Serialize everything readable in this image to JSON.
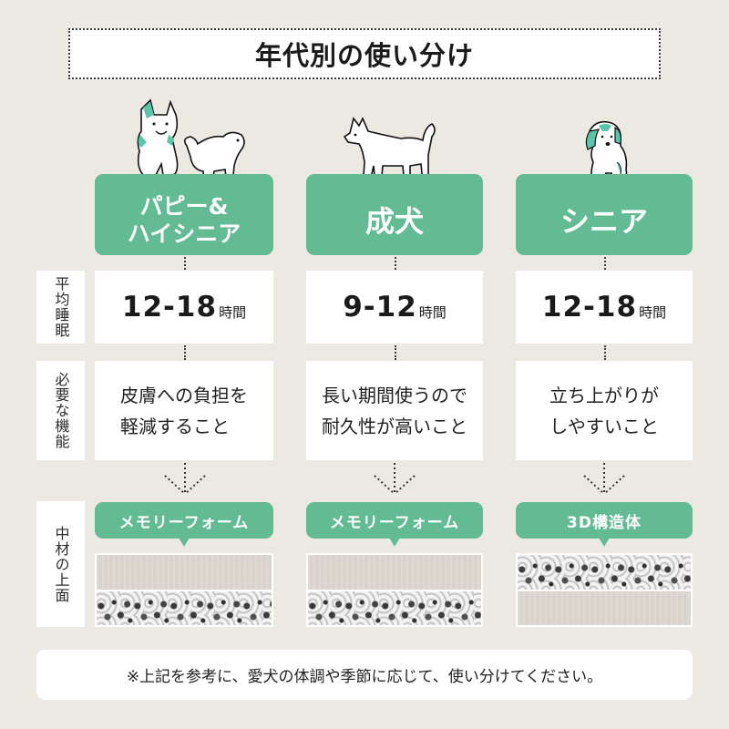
{
  "title": "年代別の使い分け",
  "colors": {
    "background": "#ece9e3",
    "accent_green": "#62bb92",
    "dog_spot_teal": "#5cc4a8",
    "card": "#ffffff",
    "text": "#1a1a1a"
  },
  "row_labels": {
    "sleep": "平均睡眠",
    "function": "必要な機能",
    "material": "中材の上面"
  },
  "columns": [
    {
      "header_line1": "パピー&",
      "header_line2": "ハイシニア",
      "illustration": "two-dogs-sitting-and-standing",
      "sleep_value": "12-18",
      "sleep_unit": "時間",
      "function_line1": "皮膚への負担を",
      "function_line2": "軽減すること",
      "material_label": "メモリーフォーム",
      "material_layers": [
        "foam",
        "mesh"
      ]
    },
    {
      "header_line1": "成犬",
      "header_line2": "",
      "illustration": "adult-dog-standing",
      "sleep_value": "9-12",
      "sleep_unit": "時間",
      "function_line1": "長い期間使うので",
      "function_line2": "耐久性が高いこと",
      "material_label": "メモリーフォーム",
      "material_layers": [
        "foam",
        "mesh"
      ]
    },
    {
      "header_line1": "シニア",
      "header_line2": "",
      "illustration": "beagle-sitting",
      "sleep_value": "12-18",
      "sleep_unit": "時間",
      "function_line1": "立ち上がりが",
      "function_line2": "しやすいこと",
      "material_label": "3D構造体",
      "material_layers": [
        "mesh",
        "foam"
      ]
    }
  ],
  "footer": {
    "note": "※上記を参考に、愛犬の体調や季節に応じて、使い分けてください。"
  }
}
